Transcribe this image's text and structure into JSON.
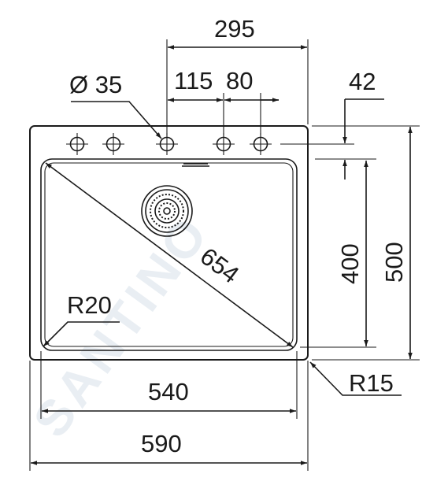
{
  "watermark": "SANTINO",
  "dimensions": {
    "top_span": "295",
    "hole_diameter": "Ø 35",
    "spacing_a": "115",
    "spacing_b": "80",
    "hole_offset": "42",
    "diagonal": "654",
    "bowl_depth": "400",
    "overall_depth": "500",
    "inner_radius": "R20",
    "outer_radius": "R15",
    "bowl_width": "540",
    "overall_width": "590"
  },
  "colors": {
    "line": "#1a1a1a",
    "watermark": "#e9eef3"
  }
}
